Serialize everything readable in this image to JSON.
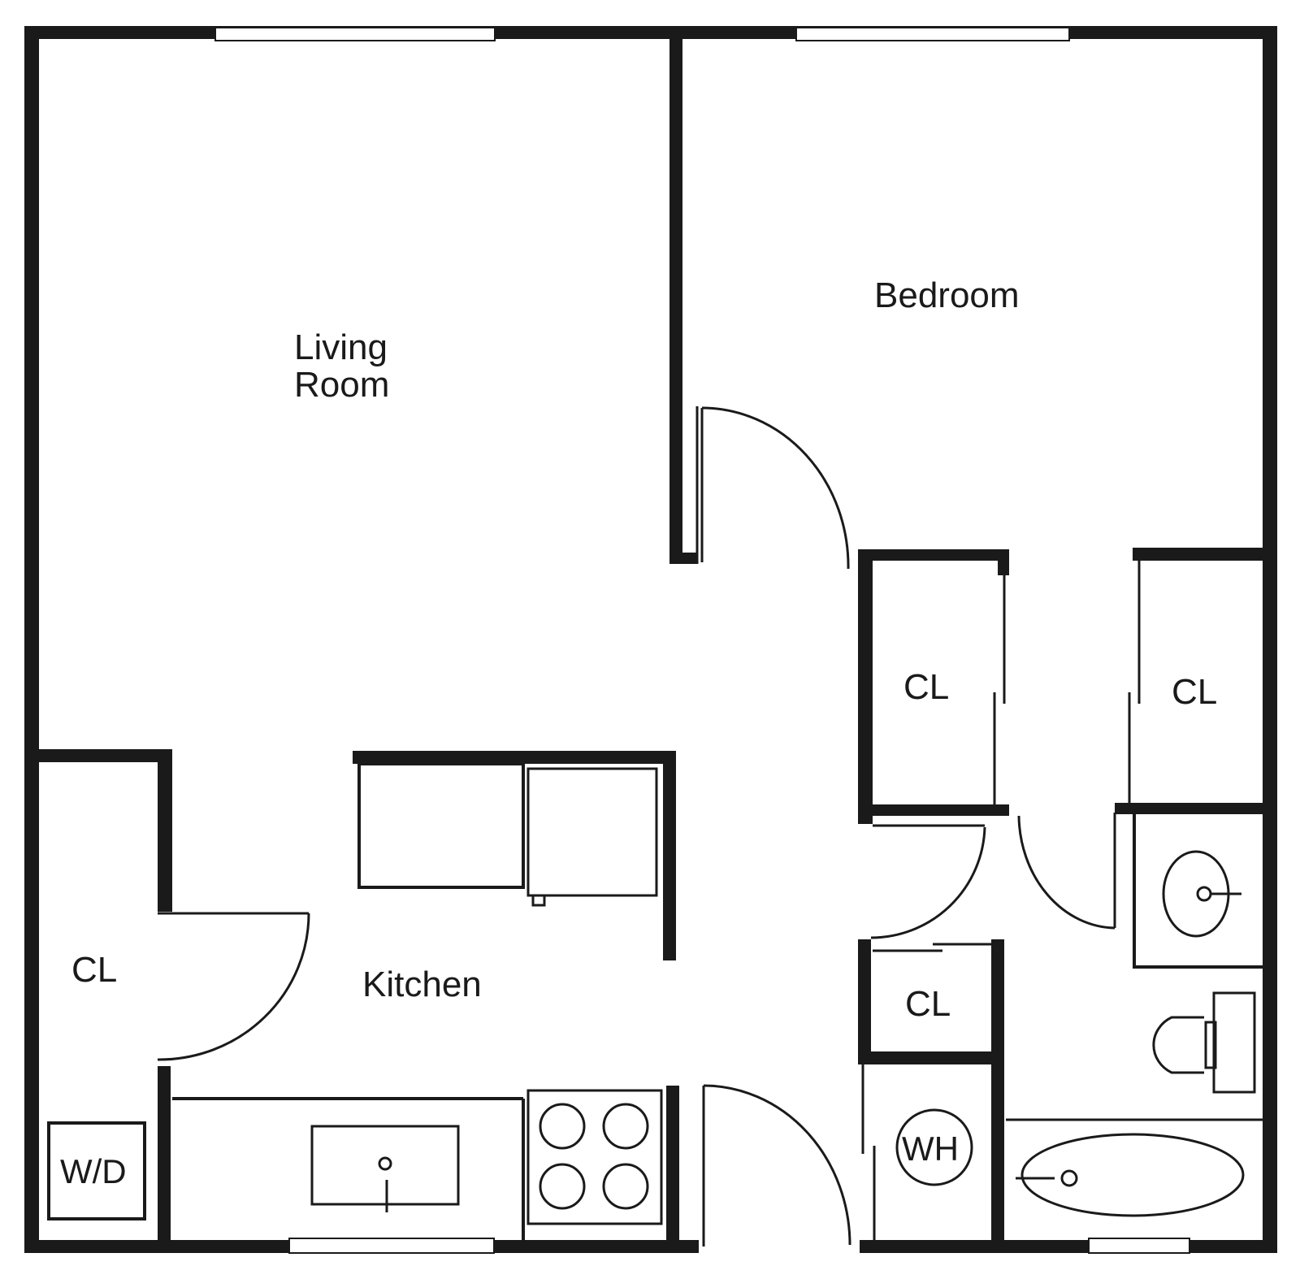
{
  "rooms": {
    "living_room_line1": "Living",
    "living_room_line2": "Room",
    "bedroom": "Bedroom",
    "kitchen": "Kitchen",
    "closet_left": "CL",
    "closet_bedroom_a": "CL",
    "closet_bedroom_b": "CL",
    "closet_hall": "CL"
  },
  "fixtures": {
    "washer_dryer": "W/D",
    "water_heater": "WH"
  },
  "colors": {
    "wall": "#1a1a1a",
    "background": "#ffffff"
  }
}
